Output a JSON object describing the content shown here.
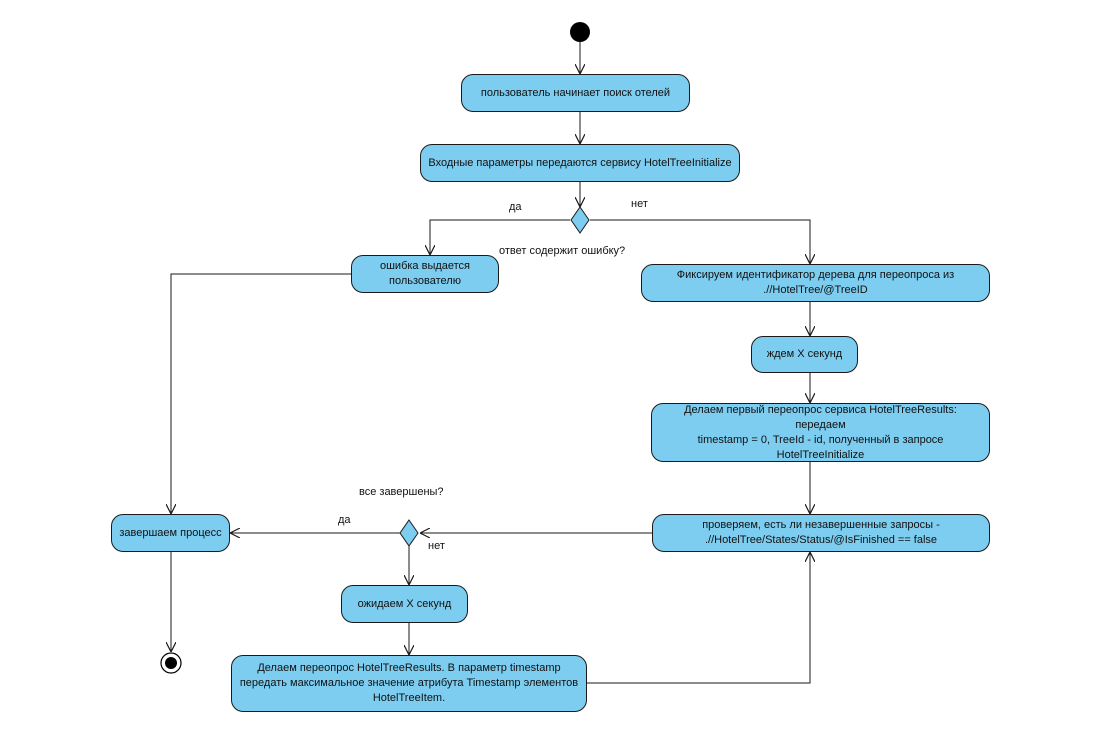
{
  "nodes": {
    "start_search": "пользователь начинает поиск отелей",
    "pass_params": "Входные параметры передаются сервису HotelTreeInitialize",
    "error_shown": "ошибка выдается\nпользователю",
    "fix_tree_id": "Фиксируем идентификатор дерева для переопроса из\n.//HotelTree/@TreeID",
    "wait_x_1": "ждем X секунд",
    "first_poll": "Делаем первый переопрос сервиса  HotelTreeResults: передаем\ntimestamp = 0, TreeId - id, полученный в запросе\nHotelTreeInitialize",
    "check_unfinished": "проверяем, есть ли незавершенные запросы -\n.//HotelTree/States/Status/@IsFinished == false",
    "finish_process": "завершаем процесс",
    "wait_x_2": "ожидаем X секунд",
    "repoll": "Делаем переопрос HotelTreeResults. В параметр timestamp\nпередать максимальное значение атрибута Timestamp элементов\nHotelTreeItem."
  },
  "labels": {
    "decision1_question": "ответ содержит ошибку?",
    "decision1_yes": "да",
    "decision1_no": "нет",
    "decision2_question": "все завершены?",
    "decision2_yes": "да",
    "decision2_no": "нет"
  },
  "colors": {
    "node_fill": "#7dcdf0",
    "stroke": "#1a1a1a",
    "start_node": "#000000"
  }
}
